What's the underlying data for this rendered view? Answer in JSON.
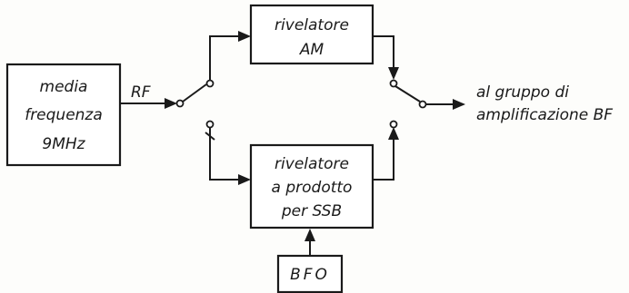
{
  "blocks": {
    "media_frequenza": [
      "media",
      "frequenza",
      "9MHz"
    ],
    "rivelatore_am": [
      "rivelatore",
      "AM"
    ],
    "rivelatore_prodotto": [
      "rivelatore",
      "a prodotto",
      "per SSB"
    ],
    "bfo": "BFO"
  },
  "labels": {
    "rf": "RF",
    "output_line1": "al gruppo di",
    "output_line2": "amplificazione  BF"
  }
}
